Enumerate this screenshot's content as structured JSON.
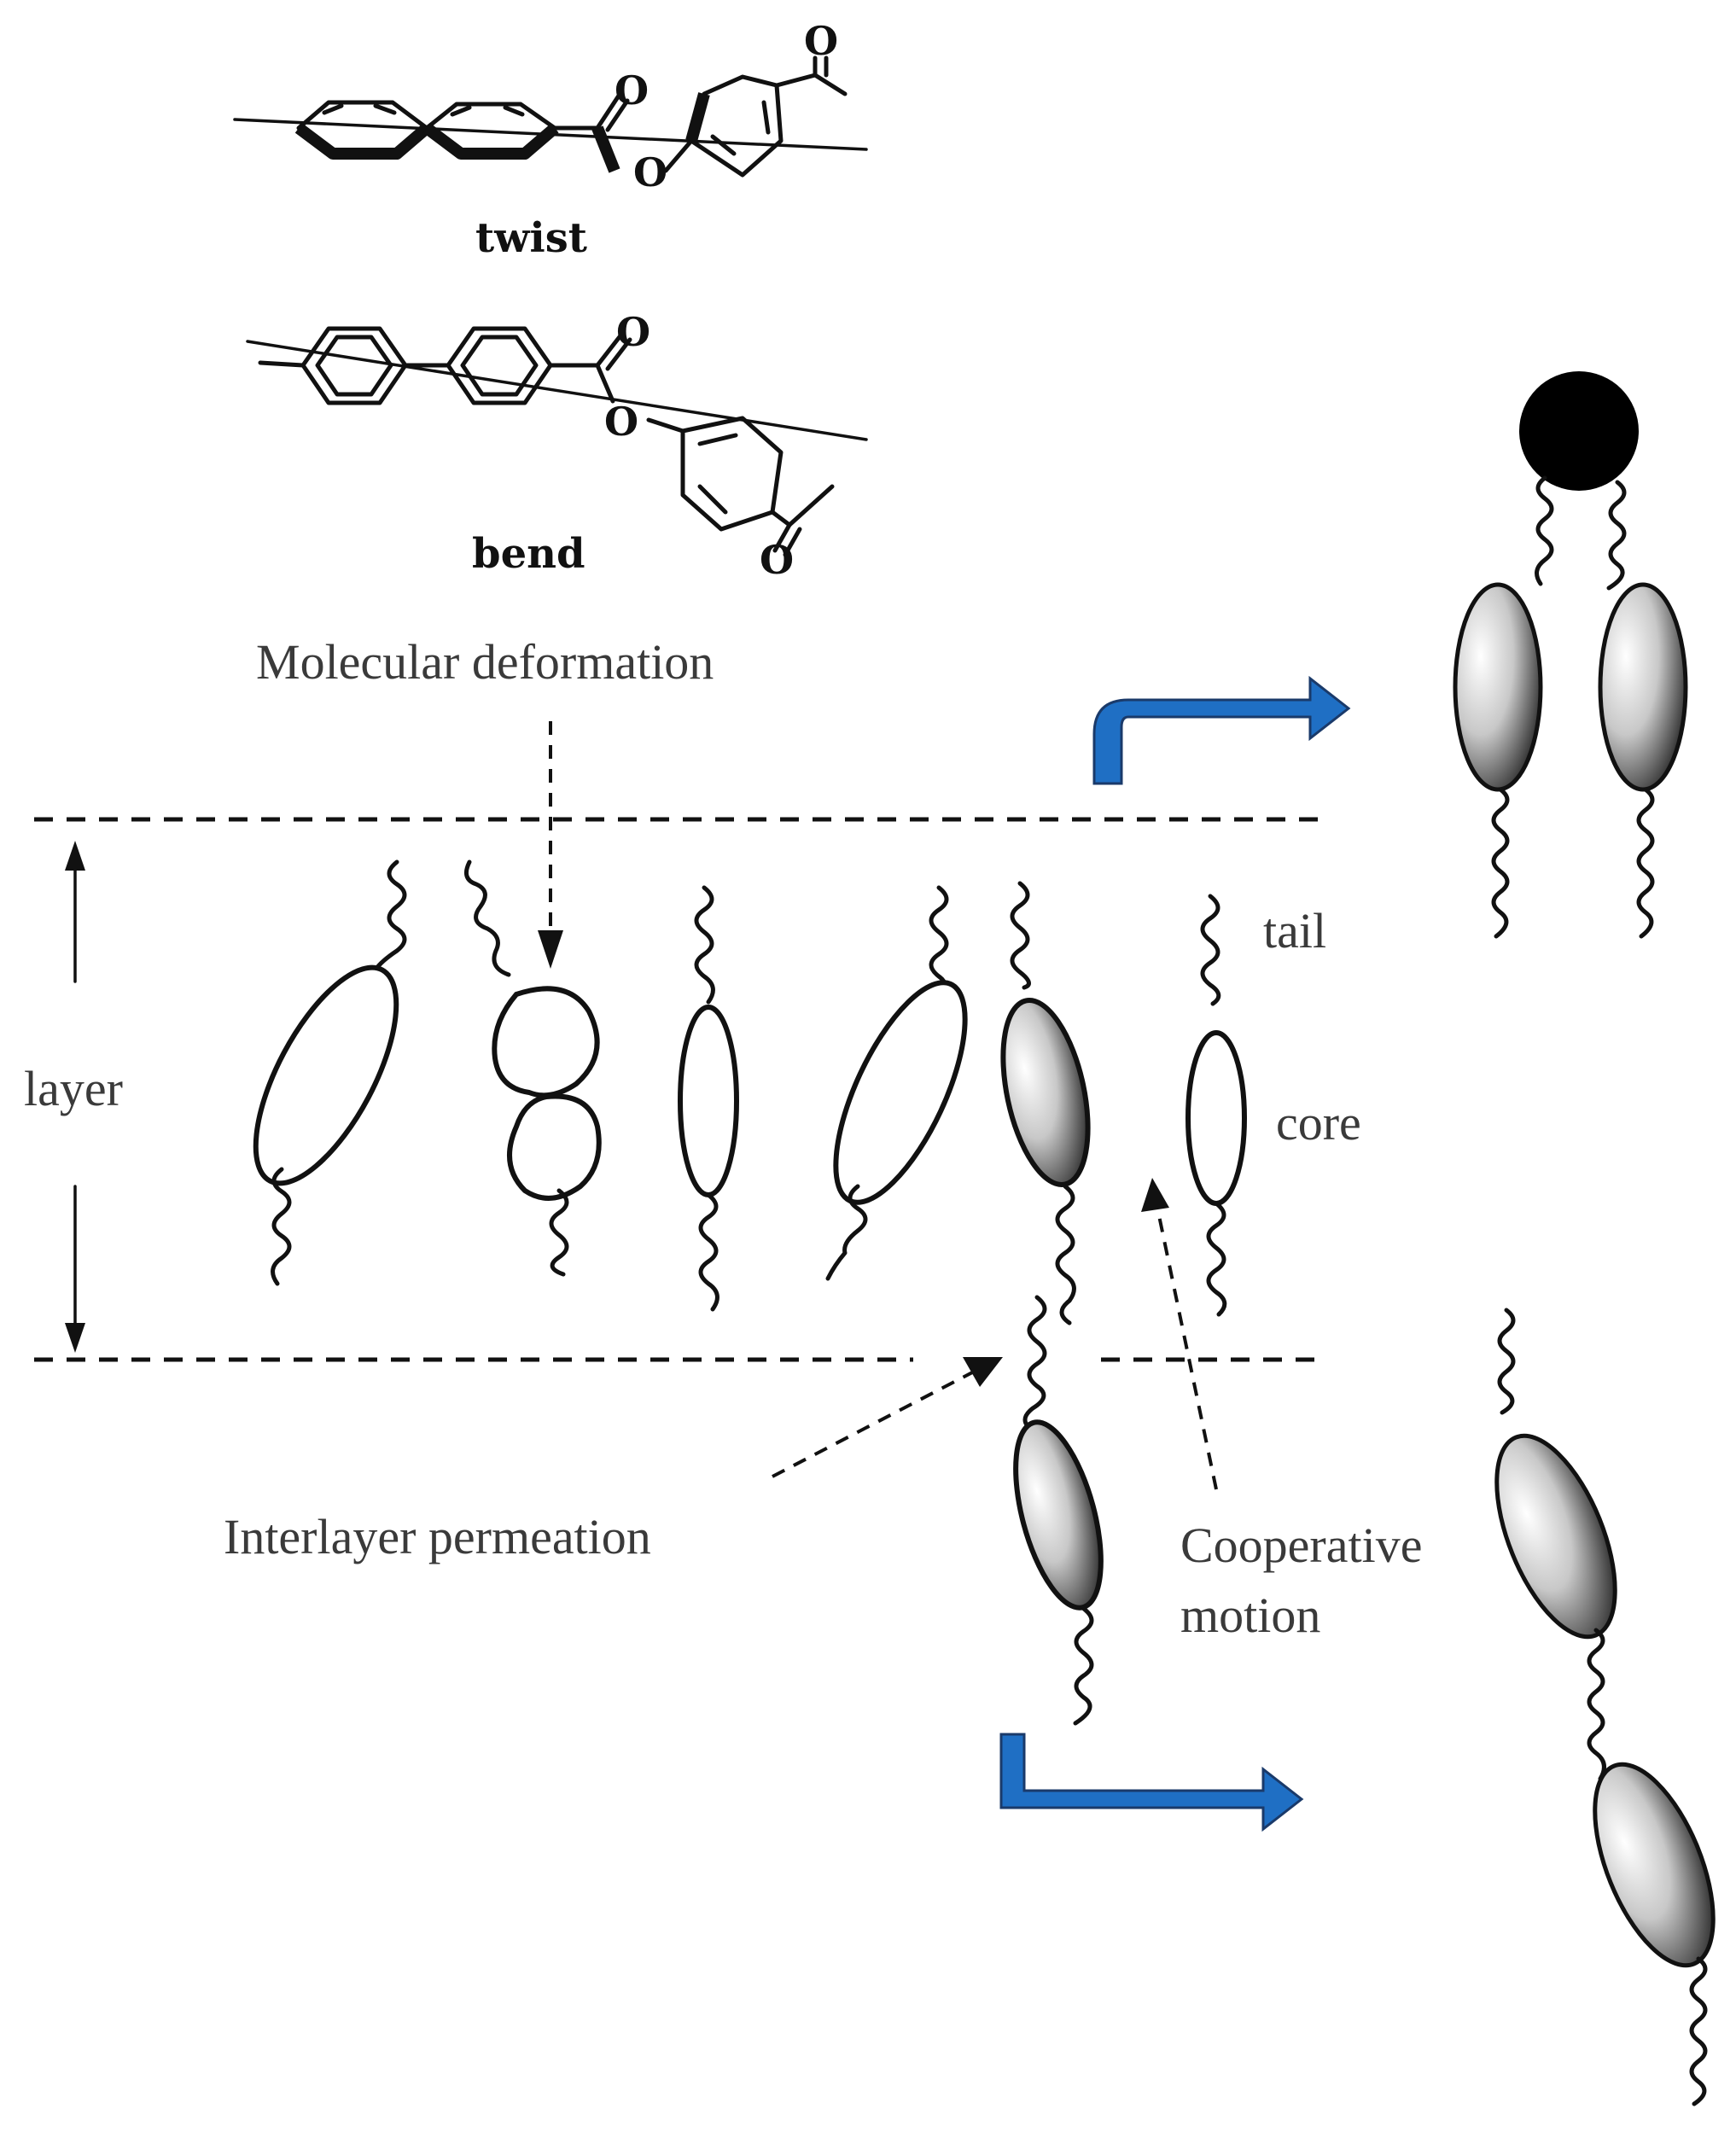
{
  "labels": {
    "twist": "twist",
    "bend": "bend",
    "molecular_deformation": "Molecular deformation",
    "layer": "layer",
    "tail": "tail",
    "core": "core",
    "interlayer_permeation": "Interlayer permeation",
    "cooperative_motion_line1": "Cooperative",
    "cooperative_motion_line2": "motion"
  },
  "atoms": {
    "oxygen": "O"
  },
  "colors": {
    "arrow_blue": "#1f6fc4",
    "ink": "#111111",
    "label_gray": "#3a3a3a"
  }
}
